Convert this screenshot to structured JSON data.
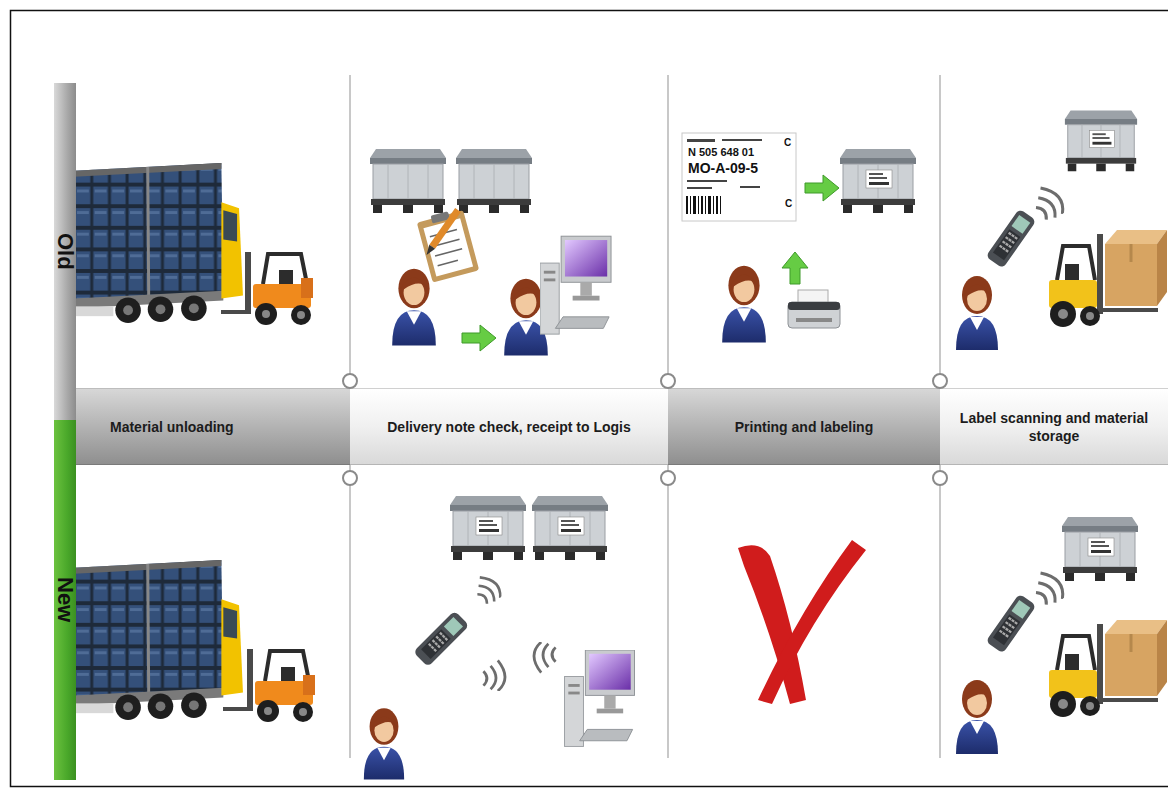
{
  "diagram": {
    "nodes": [
      {
        "text": [
          "Old"
        ]
      },
      {
        "text": [
          "Material unloading"
        ]
      },
      {
        "text": [
          "Delivery note check, receipt to Logis"
        ]
      },
      {
        "text": [
          "Printing and labeling"
        ]
      },
      {
        "text": [
          "Label scanning and material storage"
        ]
      },
      {
        "text": [
          "New"
        ]
      }
    ],
    "labels": [
      "N 505 648 01",
      "MO-A-09-5",
      "C",
      "C"
    ]
  }
}
